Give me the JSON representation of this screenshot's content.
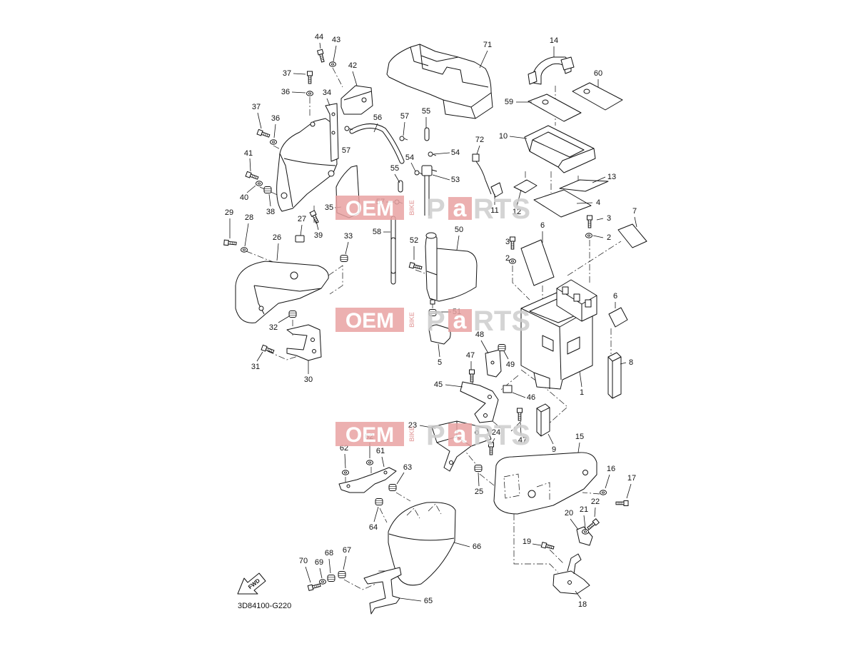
{
  "diagram": {
    "code": "3D84100-G220",
    "fwd_label": "FWD",
    "watermark": {
      "oem": "OEM",
      "bike": "BIKE",
      "parts_p": "P",
      "parts_a": "a",
      "parts_rest": "RTS"
    },
    "callouts": [
      "44",
      "43",
      "42",
      "37",
      "36",
      "34",
      "37",
      "36",
      "56",
      "57",
      "55",
      "57",
      "54",
      "41",
      "54",
      "55",
      "53",
      "40",
      "38",
      "35",
      "57",
      "29",
      "28",
      "27",
      "39",
      "33",
      "58",
      "26",
      "71",
      "14",
      "60",
      "59",
      "10",
      "72",
      "13",
      "4",
      "11",
      "12",
      "3",
      "7",
      "2",
      "6",
      "3",
      "50",
      "52",
      "2",
      "6",
      "51",
      "32",
      "48",
      "8",
      "47",
      "49",
      "5",
      "31",
      "30",
      "45",
      "1",
      "46",
      "23",
      "24",
      "15",
      "47",
      "9",
      "62",
      "62",
      "61",
      "63",
      "16",
      "17",
      "25",
      "22",
      "21",
      "20",
      "64",
      "66",
      "19",
      "67",
      "68",
      "70",
      "69",
      "65",
      "18"
    ]
  },
  "colors": {
    "line": "#111111",
    "background": "#ffffff",
    "watermark_box": "#e9a3a3",
    "watermark_text": "#cdcdcd"
  }
}
